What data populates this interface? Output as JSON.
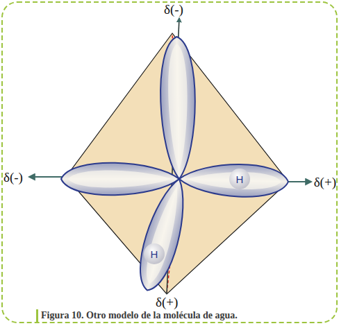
{
  "diagram": {
    "caption": "Figura 10. Otro modelo de la molécula de agua.",
    "labels": [
      "δ(-)",
      "δ(-)",
      "δ(+)",
      "H",
      "H",
      "δ(+)"
    ]
  }
}
